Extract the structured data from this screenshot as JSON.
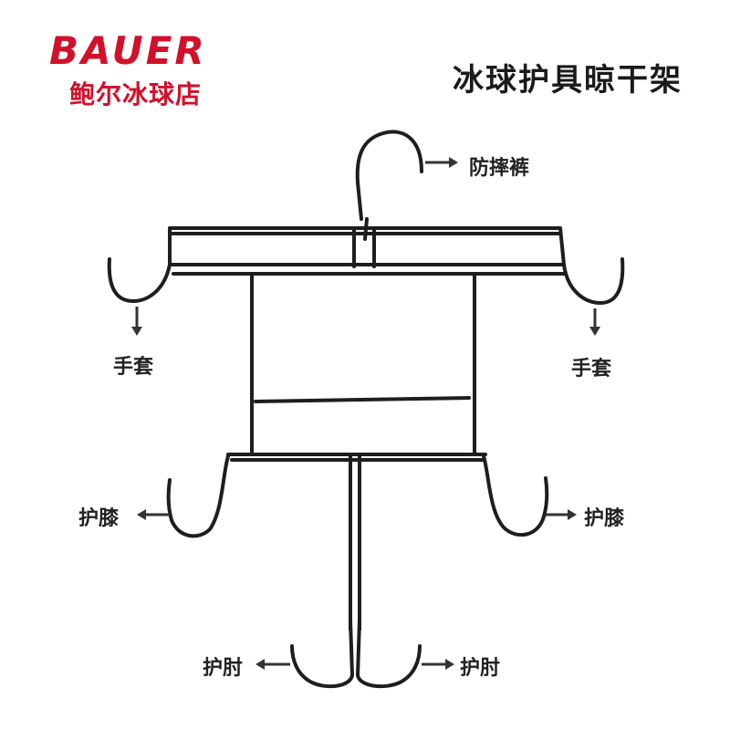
{
  "brand": {
    "logo_text": "BAUER",
    "shop_name": "鲍尔冰球店",
    "color": "#d2102a"
  },
  "title": "冰球护具晾干架",
  "labels": {
    "top_hook": "防摔裤",
    "glove_left": "手套",
    "glove_right": "手套",
    "knee_left": "护膝",
    "knee_right": "护膝",
    "elbow_left": "护肘",
    "elbow_right": "护肘"
  },
  "colors": {
    "wire": "#1e1e1e",
    "arrow": "#333333",
    "text": "#222222"
  }
}
